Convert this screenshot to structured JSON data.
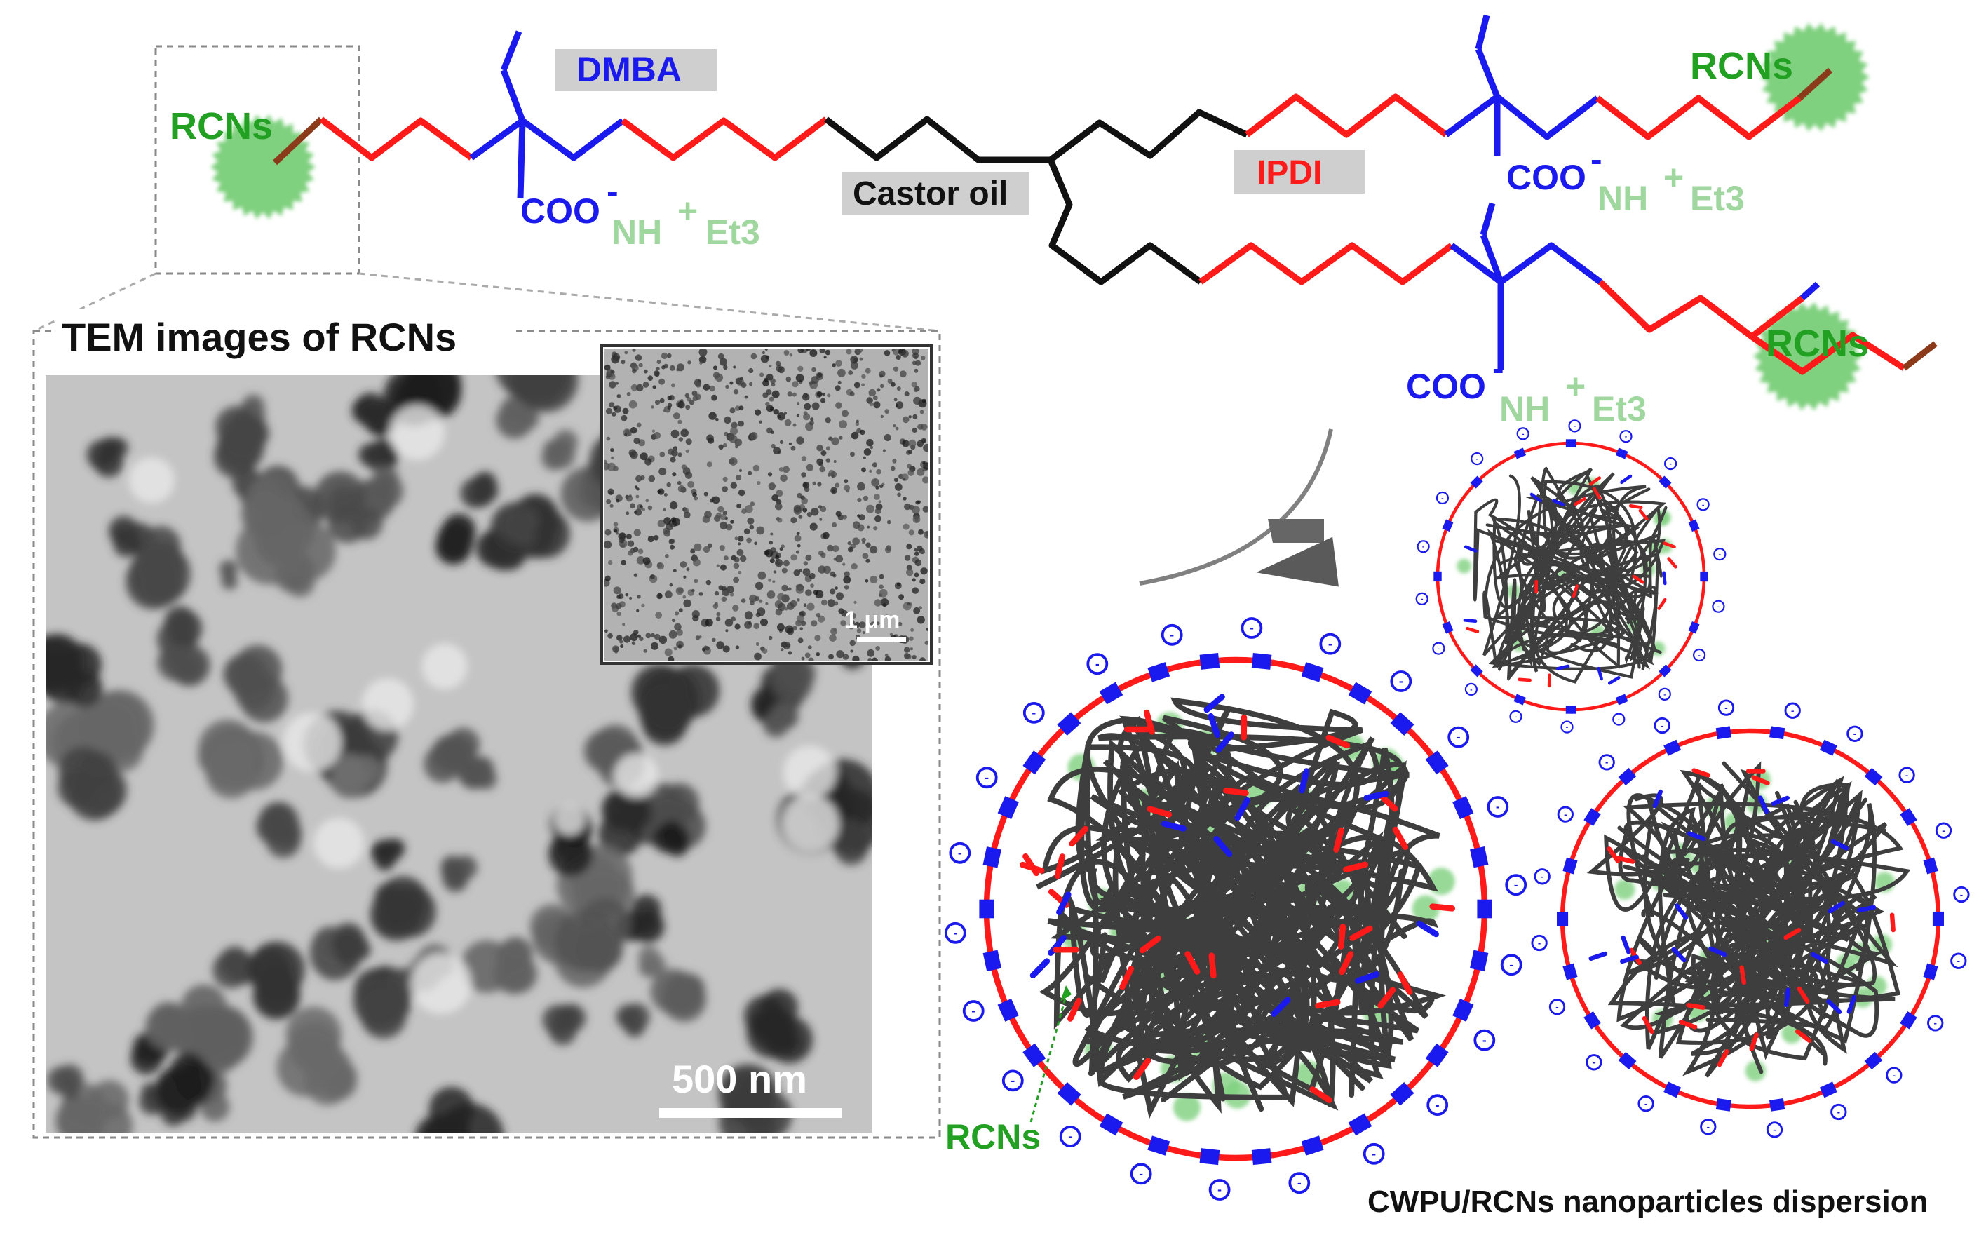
{
  "colors": {
    "chain_red": "#ff1a1a",
    "chain_blue": "#1a1aee",
    "chain_black": "#111111",
    "rcn_green": "#7fd07f",
    "rcn_text": "#22a022",
    "ammonium_text": "#9fd79f",
    "label_bg": "#cfcfcf",
    "strand": "#3e3e3e"
  },
  "chain": {
    "rcn_label": "RCNs",
    "dmba_label": "DMBA",
    "castor_label": "Castor oil",
    "ipdi_label": "IPDI",
    "carboxylate": "COO",
    "carboxylate_charge": "-",
    "ammonium_nh": "NH",
    "ammonium_charge": "+",
    "ammonium_et": "Et3"
  },
  "tem": {
    "title": "TEM images of RCNs",
    "scale_main": "500 nm",
    "scale_inset": "1 μm"
  },
  "particles": {
    "rcn_pointer_label": "RCNs",
    "caption": "CWPU/RCNs nanoparticles dispersion",
    "charge_symbol": "-"
  }
}
